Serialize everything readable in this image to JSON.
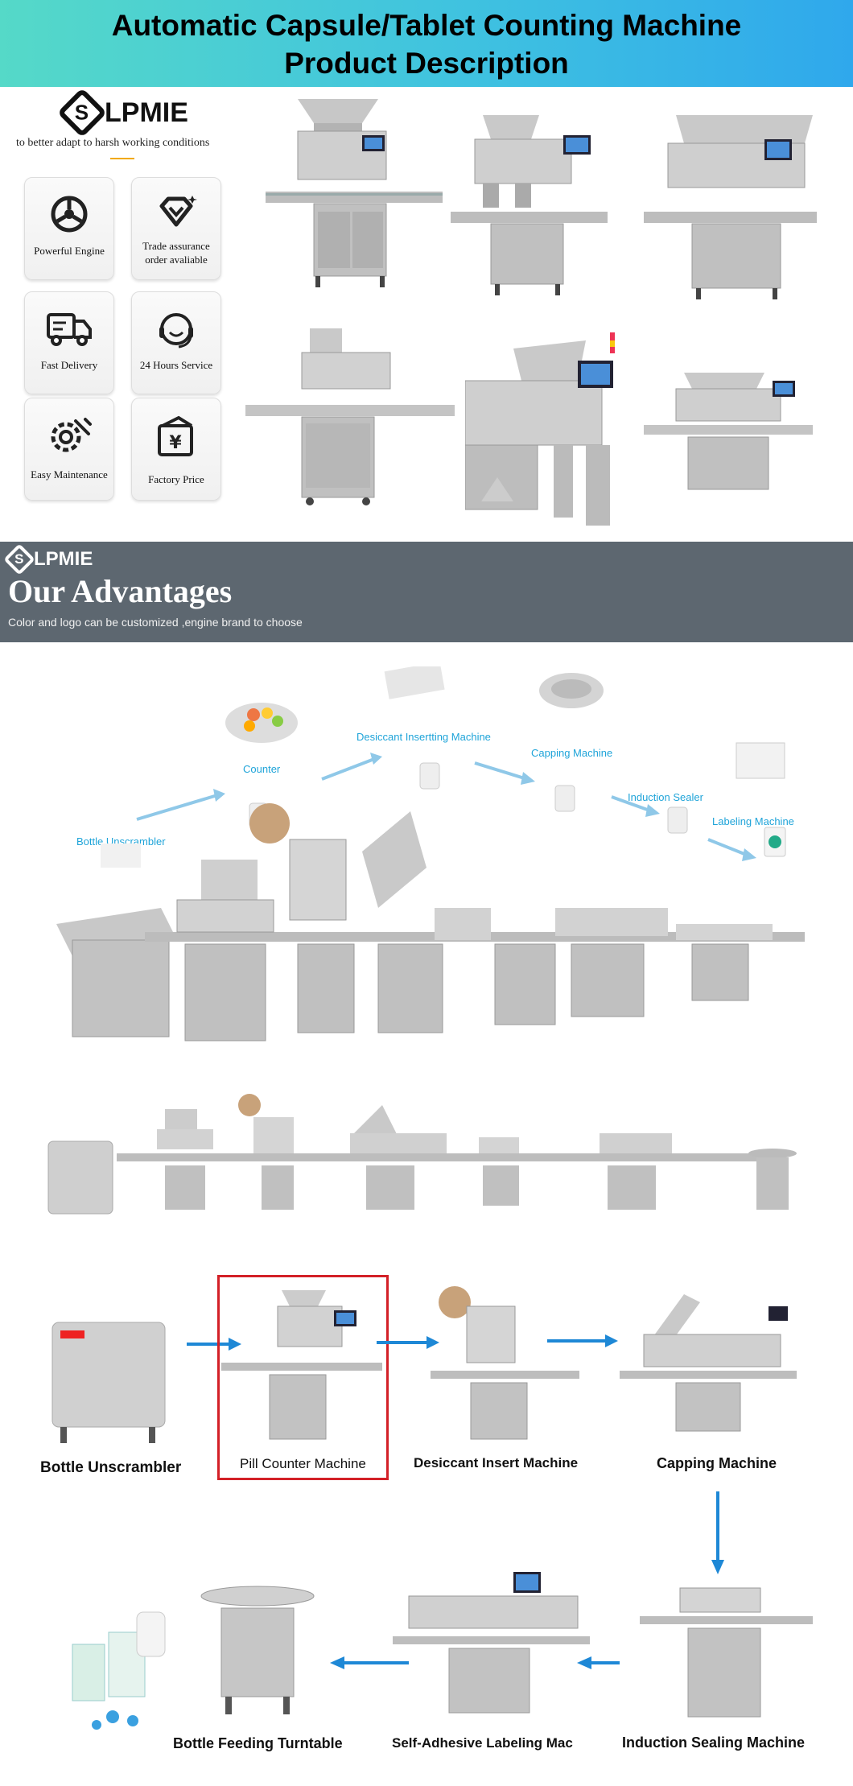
{
  "banner": {
    "line1": "Automatic Capsule/Tablet Counting Machine",
    "line2": "Product Description"
  },
  "brand": {
    "letter": "S",
    "word": "LPMIE",
    "tagline": "to better adapt to harsh working conditions"
  },
  "features": [
    {
      "label": "Powerful Engine",
      "icon": "engine-wheel-icon"
    },
    {
      "label": "Trade assurance order avaliable",
      "icon": "diamond-icon"
    },
    {
      "label": "Fast Delivery",
      "icon": "truck-icon"
    },
    {
      "label": "24 Hours Service",
      "icon": "headset-icon"
    },
    {
      "label": "Easy Maintenance",
      "icon": "gear-wrench-icon"
    },
    {
      "label": "Factory Price",
      "icon": "price-tag-icon"
    }
  ],
  "advantages": {
    "letter": "S",
    "word": "LPMIE",
    "title": "Our Advantages",
    "subtitle": "Color and logo can be customized ,engine brand to choose"
  },
  "line_captions": {
    "counter": "Counter",
    "desiccant": "Desiccant Insertting Machine",
    "capping": "Capping Machine",
    "induction": "Induction Sealer",
    "labeling": "Labeling Machine",
    "unscrambler": "Bottle Unscrambler"
  },
  "steps": {
    "s1": "Bottle Unscrambler",
    "s2": "Pill Counter Machine",
    "s3": "Desiccant Insert Machine",
    "s4": "Capping Machine",
    "s5": "Induction Sealing Machine",
    "s6": "Self-Adhesive Labeling Mac",
    "s7": "Bottle Feeding Turntable"
  },
  "colors": {
    "banner_start": "#55d9c8",
    "banner_end": "#2fa8ec",
    "adv_band": "#5d6770",
    "caption": "#1fa4d9",
    "arrow": "#1e88d6",
    "highlight": "#d32027"
  }
}
